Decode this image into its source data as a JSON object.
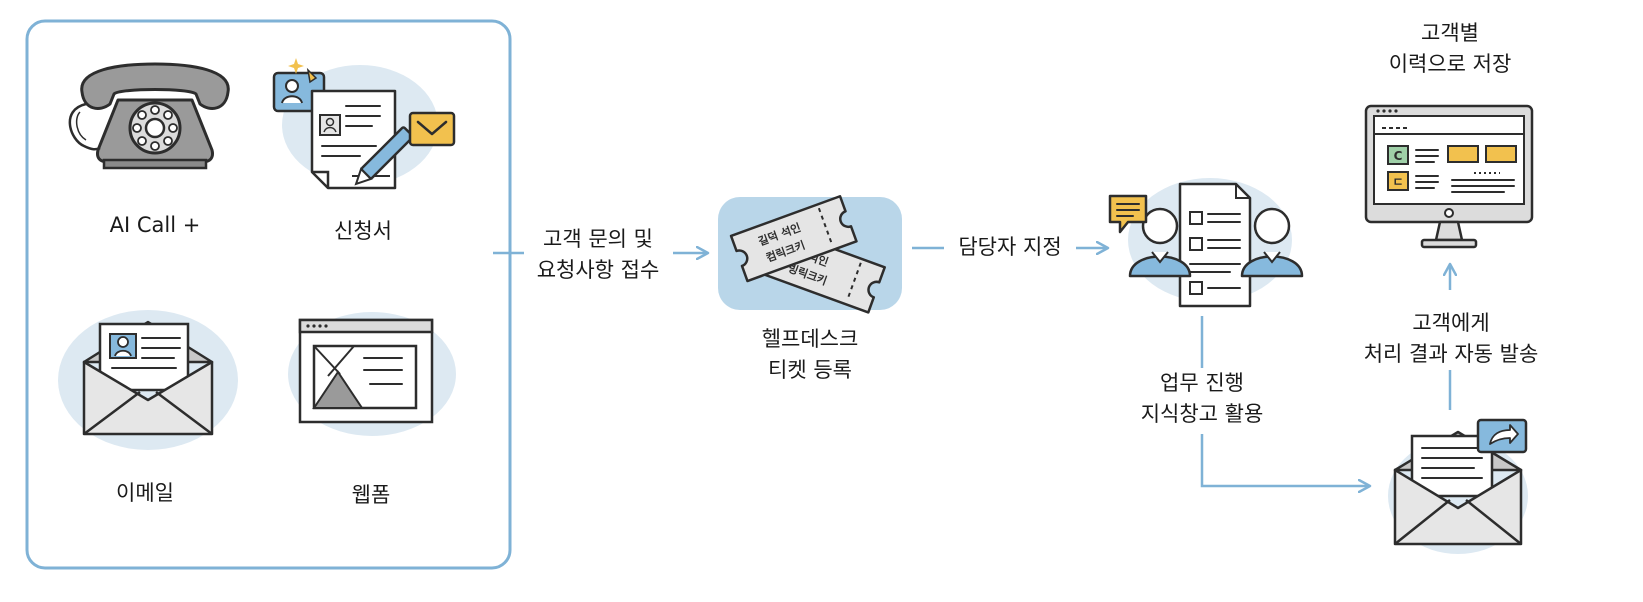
{
  "channels": {
    "ai_call": "AI Call +",
    "application": "신청서",
    "email": "이메일",
    "webform": "웹폼"
  },
  "steps": {
    "receive": {
      "line1": "고객 문의 및",
      "line2": "요청사항 접수"
    },
    "ticket": {
      "line1": "헬프데스크",
      "line2": "티켓 등록"
    },
    "assign": "담당자 지정",
    "process": {
      "line1": "업무 진행",
      "line2": "지식창고 활용"
    },
    "notify": {
      "line1": "고객에게",
      "line2": "처리 결과 자동 발송"
    },
    "store": {
      "line1": "고객별",
      "line2": "이력으로 저장"
    }
  },
  "ticket_card": {
    "front_line1": "길덕 석인",
    "front_line2": "컴릭크키",
    "back_line1": "덕식인",
    "back_line2": "빙릭크키"
  },
  "monitor": {
    "box_c": "C",
    "box_e": "ㄷ"
  },
  "colors": {
    "accent_blue": "#7fb2d6",
    "blob_blue": "#dde9f2",
    "icon_blue": "#86b9dd",
    "icon_gray": "#9a9a9a",
    "icon_yellow": "#f2c14e",
    "stroke": "#2d2d2d"
  }
}
